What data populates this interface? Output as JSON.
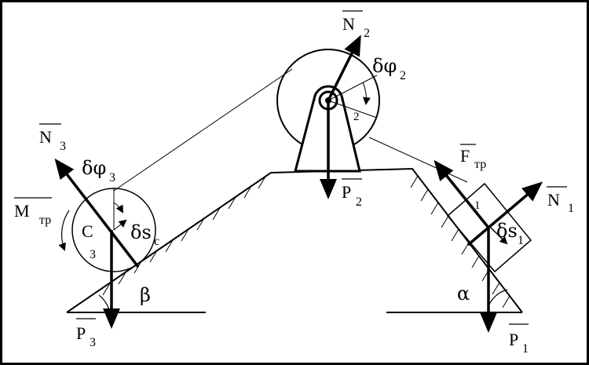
{
  "labels": {
    "N2": "N",
    "N2_sub": "2",
    "dphi2": "δφ",
    "dphi2_sub": "2",
    "pulley2_num": "2",
    "P2": "P",
    "P2_sub": "2",
    "N3": "N",
    "N3_sub": "3",
    "dphi3": "δφ",
    "dphi3_sub": "3",
    "Mtr": "M",
    "Mtr_sub": "тр",
    "C": "C",
    "C_sub": "3",
    "dsc": "δs",
    "dsc_sub": "c",
    "beta": "β",
    "P3": "P",
    "P3_sub": "3",
    "Ftr": "F",
    "Ftr_sub": "тр",
    "N1": "N",
    "N1_sub": "1",
    "block_num": "1",
    "ds1": "δs",
    "ds1_sub": "1",
    "alpha": "α",
    "P1": "P",
    "P1_sub": "1"
  }
}
